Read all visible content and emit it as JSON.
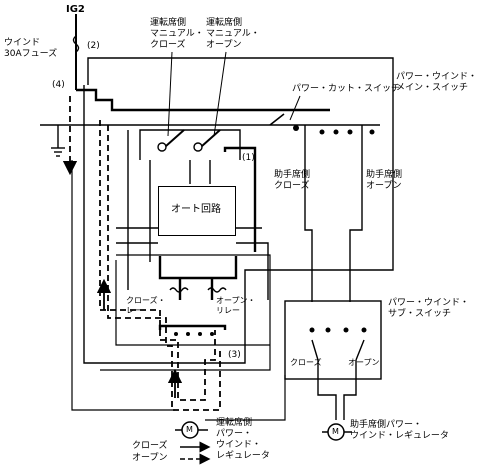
{
  "labels": {
    "ig2": "IG2",
    "fuse": "ウインド\n30Aフューズ",
    "n1": "(1)",
    "n2": "(2)",
    "n3": "(3)",
    "n4": "(4)",
    "driver_manual_close": "運転席側\nマニュアル・\nクローズ",
    "driver_manual_open": "運転席側\nマニュアル・\nオープン",
    "power_cut_switch": "パワー・カット・スイッチ",
    "main_switch": "パワー・ウインド・\nメイン・スイッチ",
    "passenger_close": "助手席側\nクローズ",
    "passenger_open": "助手席側\nオープン",
    "auto_circuit": "オート回路",
    "close_relay": "クローズ・\nレー",
    "open_relay": "オープン・\nリレー",
    "sub_switch": "パワー・ウインド・\nサブ・スイッチ",
    "sub_close": "クローズ",
    "sub_open": "オープン",
    "driver_regulator": "運転席側\nパワー・\nウインド・\nレギュレータ",
    "passenger_regulator": "助手席側パワー・\nウインド・レギュレータ",
    "motor_symbol": "M",
    "legend_close": "クローズ",
    "legend_open": "オープン"
  }
}
